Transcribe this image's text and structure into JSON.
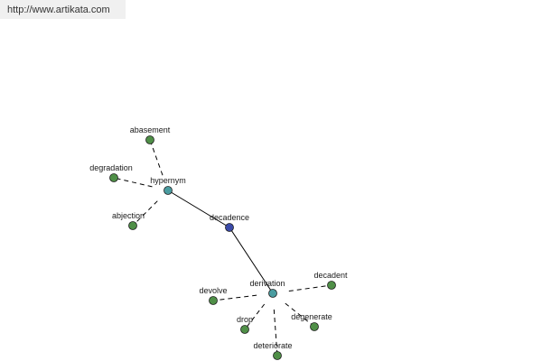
{
  "source_url": "http://www.artikata.com",
  "colors": {
    "center": "#3a4aa8",
    "relation": "#4a9ca0",
    "term": "#4f8f47",
    "edge": "#000000"
  },
  "graph": {
    "center": {
      "id": "decadence",
      "label": "decadence"
    },
    "relations": [
      {
        "id": "hypernym",
        "label": "hypernym",
        "terms": [
          {
            "id": "abasement",
            "label": "abasement"
          },
          {
            "id": "degradation",
            "label": "degradation"
          },
          {
            "id": "abjection",
            "label": "abjection"
          }
        ]
      },
      {
        "id": "derivation",
        "label": "derivation",
        "terms": [
          {
            "id": "decadent",
            "label": "decadent"
          },
          {
            "id": "devolve",
            "label": "devolve"
          },
          {
            "id": "drop",
            "label": "drop"
          },
          {
            "id": "degenerate",
            "label": "degenerate"
          },
          {
            "id": "deteriorate",
            "label": "deteriorate"
          }
        ]
      }
    ]
  }
}
